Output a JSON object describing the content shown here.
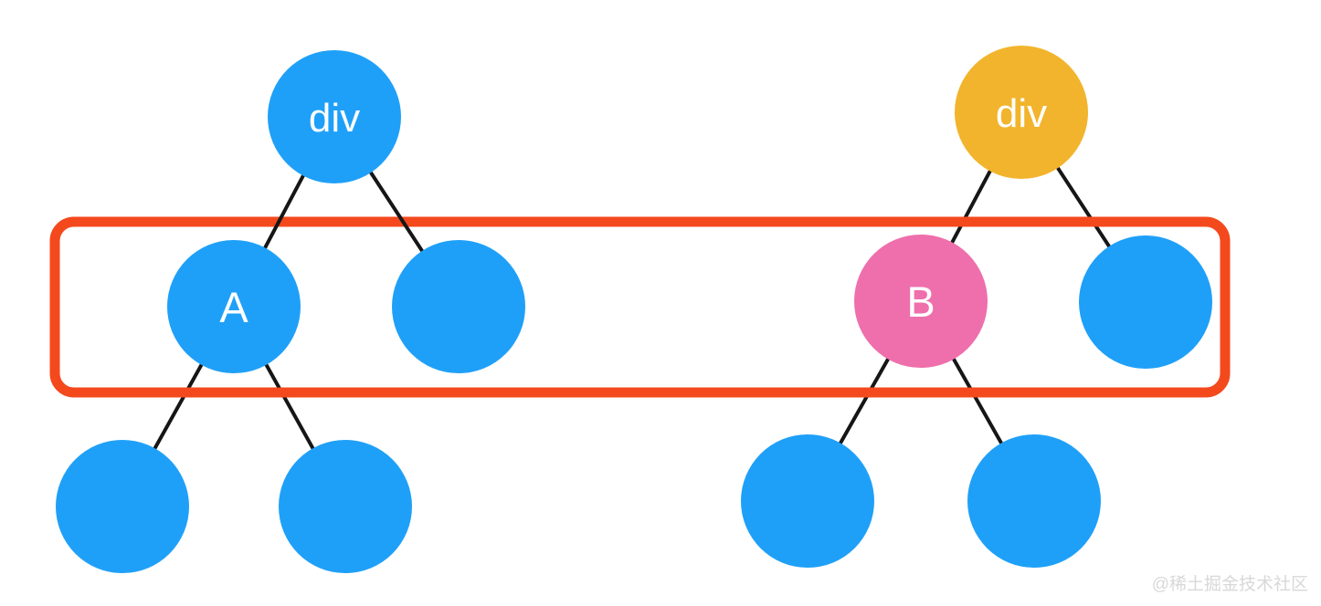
{
  "diagram": {
    "title": "dom-tree-comparison-diagram",
    "colors": {
      "node_blue": "#1FA0F8",
      "node_orange": "#F2B42C",
      "node_pink": "#EE6FAC",
      "highlight_box_red": "#F4491D",
      "edge_black": "#161616",
      "label_white": "#FFFFFF"
    },
    "left_tree": {
      "root_label": "div",
      "child_a_label": "A"
    },
    "right_tree": {
      "root_label": "div",
      "child_b_label": "B"
    }
  },
  "watermark": {
    "text": "@稀土掘金技术社区",
    "color": "#D8D8D8"
  }
}
